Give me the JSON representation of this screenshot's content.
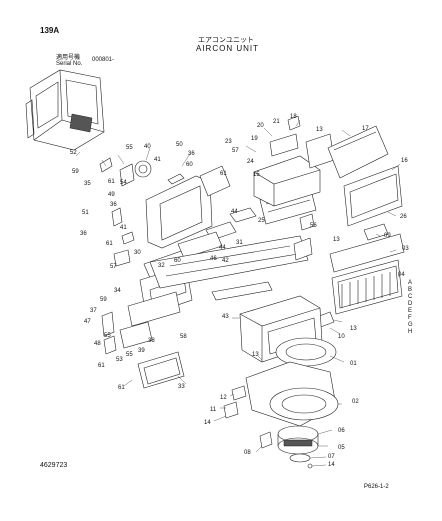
{
  "header": {
    "page_number": "139A",
    "title_jp": "エアコンユニット",
    "title_en": "AIRCON UNIT",
    "serial_label_jp": "適用号機",
    "serial_label_en": "Serial No.",
    "serial_value": "000801-"
  },
  "footer": {
    "doc_number": "4629723",
    "page_ref": "P626-1-2"
  },
  "callouts": [
    "01",
    "02",
    "03",
    "04",
    "05",
    "06",
    "07",
    "08",
    "09",
    "10",
    "11",
    "12",
    "13",
    "14",
    "15",
    "16",
    "17",
    "18",
    "19",
    "20",
    "21",
    "23",
    "24",
    "25",
    "26",
    "30",
    "31",
    "32",
    "33",
    "34",
    "35",
    "36",
    "37",
    "38",
    "39",
    "40",
    "41",
    "42",
    "43",
    "44",
    "46",
    "47",
    "48",
    "49",
    "50",
    "51",
    "52",
    "53",
    "54",
    "55",
    "56",
    "57",
    "58",
    "59",
    "60",
    "61"
  ],
  "variant_letters": [
    "A",
    "B",
    "C",
    "D",
    "E",
    "F",
    "G",
    "H"
  ]
}
